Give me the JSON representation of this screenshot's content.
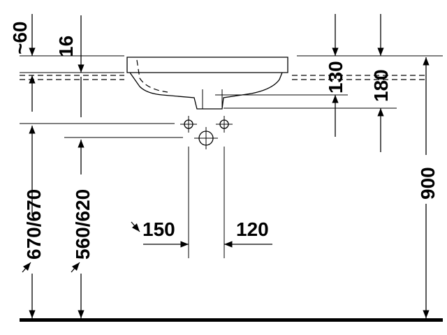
{
  "diagram": {
    "dimensions": {
      "top_clearance": "~60",
      "rim_thickness": "16",
      "height_670": "670/670",
      "height_560": "560/620",
      "offset_150": "150",
      "offset_120": "120",
      "depth_130": "130",
      "depth_180": "180",
      "total_900": "900"
    }
  }
}
